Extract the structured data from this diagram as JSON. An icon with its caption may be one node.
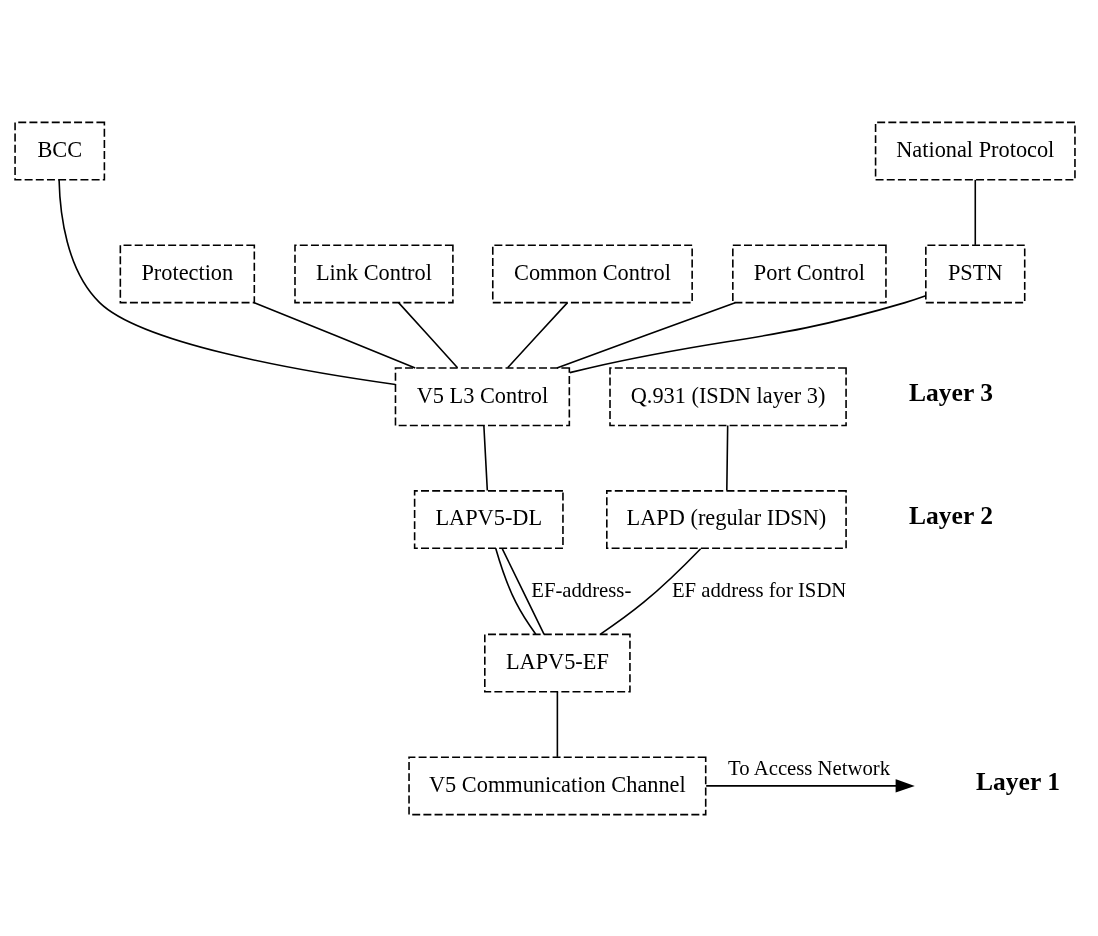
{
  "diagram": {
    "nodes": [
      {
        "text": [
          "BCC"
        ]
      },
      {
        "text": [
          "National Protocol"
        ]
      },
      {
        "text": [
          "Protection"
        ]
      },
      {
        "text": [
          "Link Control"
        ]
      },
      {
        "text": [
          "Common Control"
        ]
      },
      {
        "text": [
          "Port Control"
        ]
      },
      {
        "text": [
          "PSTN"
        ]
      },
      {
        "text": [
          "V5 L3 Control"
        ]
      },
      {
        "text": [
          "Q.931 (ISDN layer 3)"
        ]
      },
      {
        "text": [
          "LAPV5-DL"
        ]
      },
      {
        "text": [
          "LAPD (regular IDSN)"
        ]
      },
      {
        "text": [
          "LAPV5-EF"
        ]
      },
      {
        "text": [
          "V5 Communication Channel"
        ]
      }
    ],
    "edges": [
      {
        "from": 2,
        "to": 7,
        "arrow": "none"
      },
      {
        "from": 3,
        "to": 7,
        "arrow": "none"
      },
      {
        "from": 0,
        "to": 7,
        "arrow": "none"
      },
      {
        "from": 4,
        "to": 7,
        "arrow": "none"
      },
      {
        "from": 5,
        "to": 7,
        "arrow": "none"
      },
      {
        "from": 1,
        "to": 6,
        "arrow": "none"
      },
      {
        "from": 6,
        "to": 7,
        "arrow": "none"
      },
      {
        "from": 7,
        "to": 9,
        "arrow": "none"
      },
      {
        "from": 8,
        "to": 10,
        "arrow": "none"
      },
      {
        "from": 9,
        "to": 11,
        "arrow": "none"
      },
      {
        "from": 9,
        "to": 11,
        "arrow": "none",
        "label": "EF-address-"
      },
      {
        "from": 10,
        "to": 11,
        "arrow": "none",
        "label": "EF address for ISDN"
      },
      {
        "from": 11,
        "to": 12,
        "arrow": "none"
      },
      {
        "from": 12,
        "to": null,
        "arrow": "to",
        "label": "To Access Network"
      }
    ],
    "labels": [
      "Layer 3",
      "Layer 2",
      "Layer 1"
    ]
  }
}
